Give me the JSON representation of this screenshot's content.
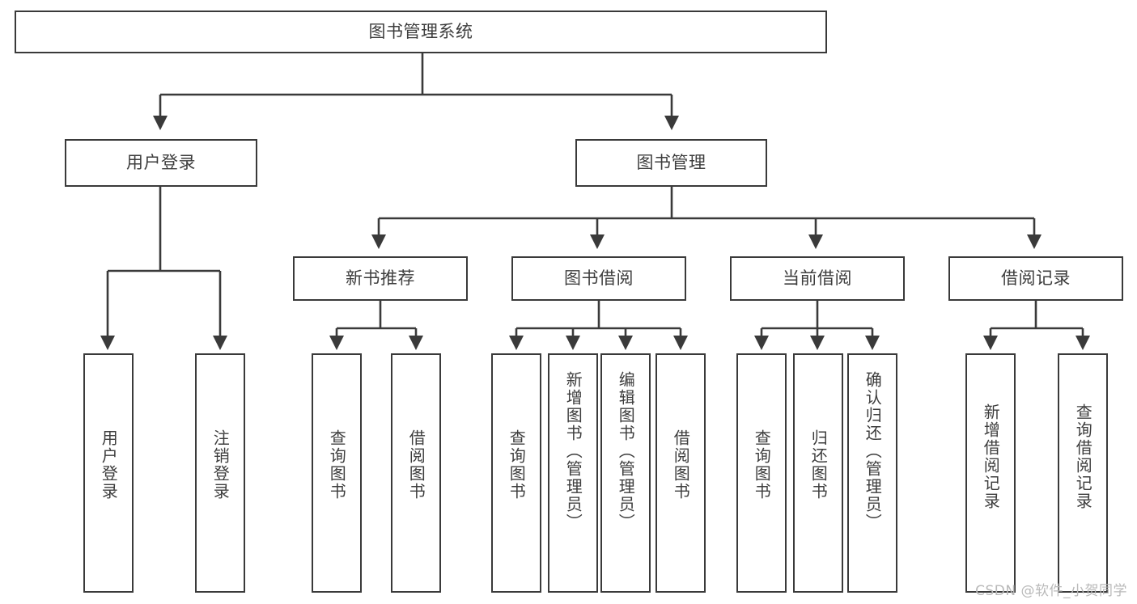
{
  "diagram": {
    "title": "图书管理系统",
    "type": "tree-hierarchy-chart",
    "watermark": "CSDN @软件_小贺同学",
    "colors": {
      "background": "#ffffff",
      "box_border": "#3a3a3a",
      "box_fill": "#ffffff",
      "text": "#3d3d3d",
      "edge": "#3a3a3a",
      "watermark": "#b9b9b9"
    },
    "root": {
      "label": "图书管理系统"
    },
    "level2": [
      {
        "label": "用户登录"
      },
      {
        "label": "图书管理"
      }
    ],
    "level3": [
      {
        "label": "新书推荐"
      },
      {
        "label": "图书借阅"
      },
      {
        "label": "当前借阅"
      },
      {
        "label": "借阅记录"
      }
    ],
    "leaves": {
      "user_login": [
        {
          "label": "用户登录"
        },
        {
          "label": "注销登录"
        }
      ],
      "new_book_recommend": [
        {
          "label": "查询图书"
        },
        {
          "label": "借阅图书"
        }
      ],
      "book_borrow": [
        {
          "label": "查询图书"
        },
        {
          "label": "新增图书（管理员）"
        },
        {
          "label": "编辑图书（管理员）"
        },
        {
          "label": "借阅图书"
        }
      ],
      "current_borrow": [
        {
          "label": "查询图书"
        },
        {
          "label": "归还图书"
        },
        {
          "label": "确认归还（管理员）"
        }
      ],
      "borrow_record": [
        {
          "label": "新增借阅记录"
        },
        {
          "label": "查询借阅记录"
        }
      ]
    }
  }
}
